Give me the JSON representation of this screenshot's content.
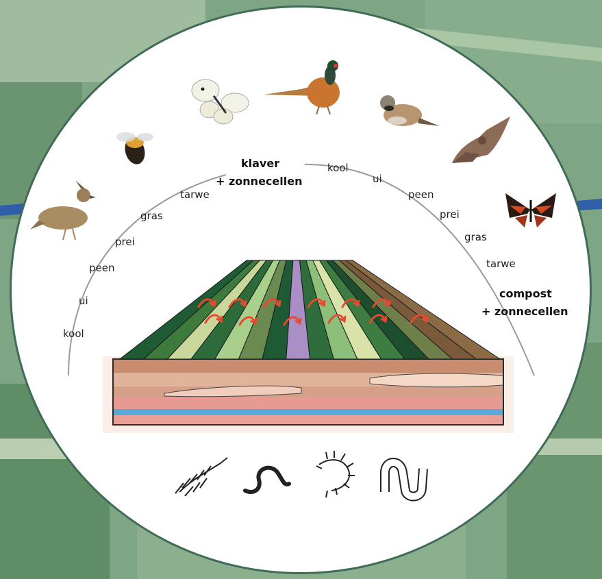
{
  "left_arc": {
    "labels": [
      "kool",
      "ui",
      "peen",
      "prei",
      "gras",
      "tarwe"
    ],
    "top_line1": "klaver",
    "top_line2": "+ zonnecellen"
  },
  "right_arc": {
    "labels": [
      "kool",
      "ui",
      "peen",
      "prei",
      "gras",
      "tarwe"
    ],
    "bottom_line1": "compost",
    "bottom_line2": "+ zonnecellen"
  },
  "animals": [
    "lark",
    "bumblebee",
    "white-butterfly",
    "pheasant",
    "sparrow",
    "bat",
    "red-admiral-butterfly"
  ],
  "soil_creatures": [
    "centipede",
    "worm",
    "springtail",
    "earthworm"
  ],
  "colors": {
    "disc_border": "#3f6b57",
    "arrow": "#e8492f",
    "water": "#5aa8d8",
    "purple_strip": "#a98fc6"
  }
}
